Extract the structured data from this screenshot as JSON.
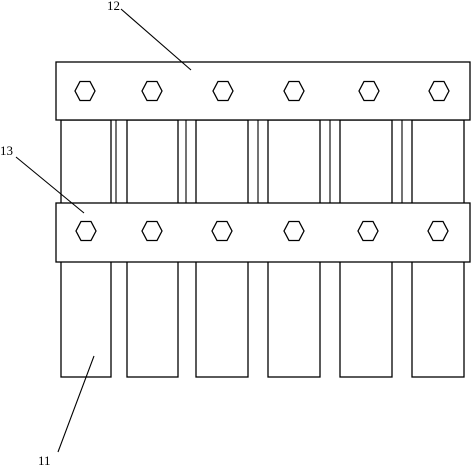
{
  "labels": {
    "top_bar": "12",
    "middle_bar": "13",
    "strip": "11"
  },
  "counts": {
    "strips": 6,
    "bolts_per_bar": 6
  }
}
